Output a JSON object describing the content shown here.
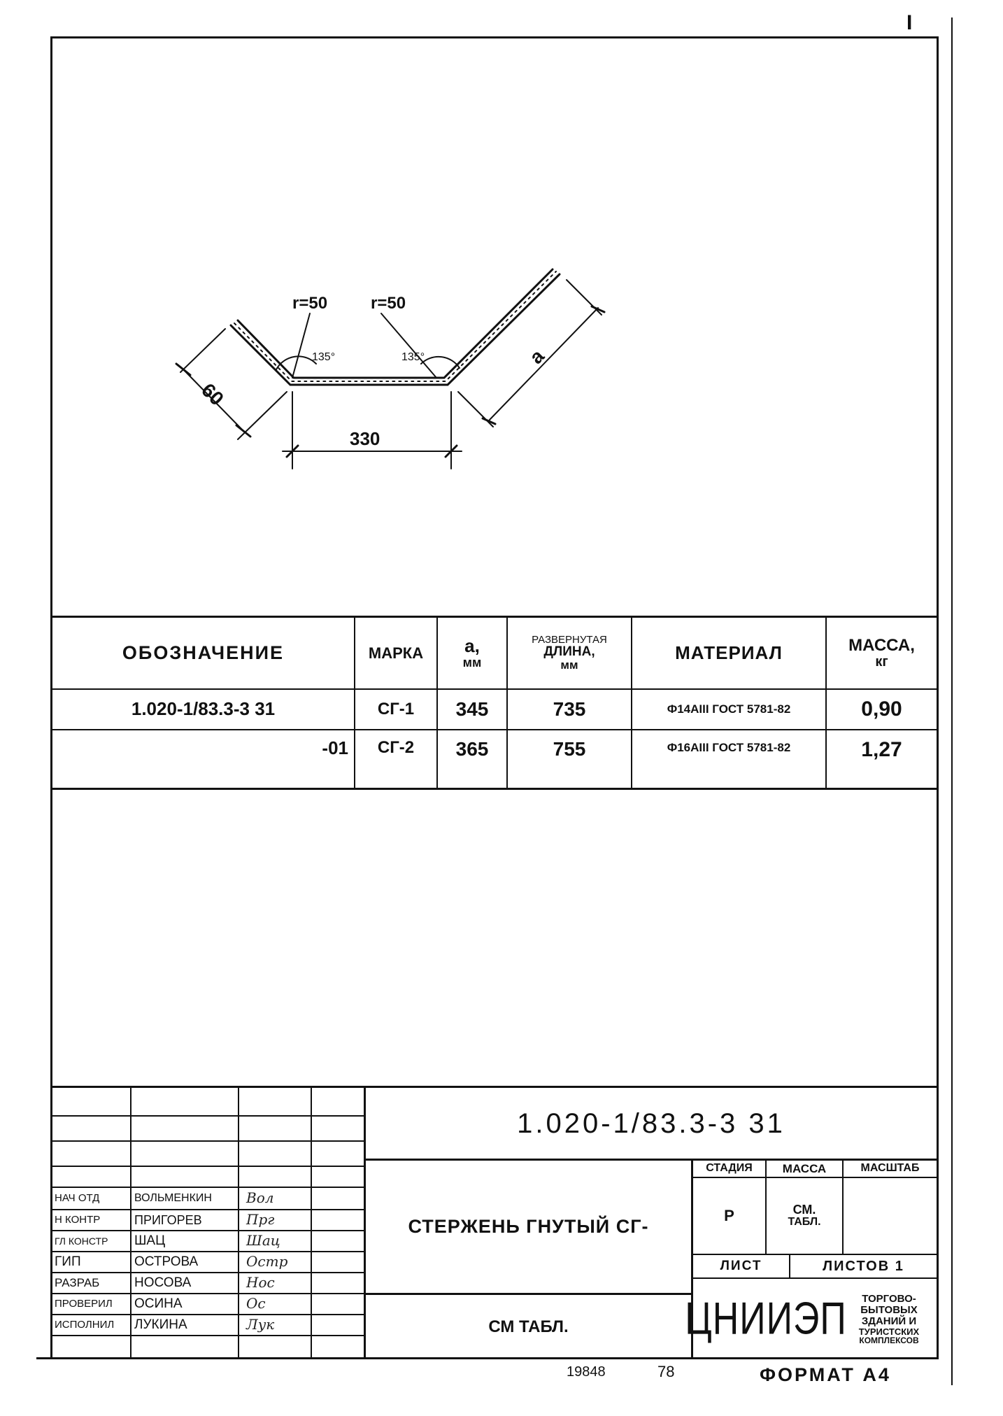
{
  "sheet_mark": "I",
  "drawing": {
    "radius_left": "r=50",
    "radius_right": "r=50",
    "angle_left": "135°",
    "angle_right": "135°",
    "dim_left": "60",
    "dim_bottom": "330",
    "dim_right": "a"
  },
  "spec_table": {
    "headers": {
      "designation": "ОБОЗНАЧЕНИЕ",
      "mark": "МАРКА",
      "a_mm_1": "a,",
      "a_mm_2": "мм",
      "length_1": "РАЗВЕРНУТАЯ",
      "length_2": "ДЛИНА,",
      "length_3": "мм",
      "material": "МАТЕРИАЛ",
      "mass_1": "МАССА,",
      "mass_2": "кг"
    },
    "rows": [
      {
        "designation": "1.020-1/83.3-3 31",
        "mark": "СГ-1",
        "a": "345",
        "length": "735",
        "material": "Ф14АIII ГОСТ 5781-82",
        "mass": "0,90"
      },
      {
        "designation": "-01",
        "mark": "СГ-2",
        "a": "365",
        "length": "755",
        "material": "Ф16АIII ГОСТ 5781-82",
        "mass": "1,27"
      }
    ]
  },
  "title_block": {
    "doc_code": "1.020-1/83.3-3 31",
    "title": "СТЕРЖЕНЬ ГНУТЫЙ СГ-",
    "material_note": "СМ ТАБЛ.",
    "stage_label": "СТАДИЯ",
    "mass_label": "МАССА",
    "scale_label": "МАСШТАБ",
    "stage_value": "Р",
    "mass_value_1": "СМ.",
    "mass_value_2": "ТАБЛ.",
    "sheet_label": "ЛИСТ",
    "sheets_label": "ЛИСТОВ 1",
    "org_name": "ЦНИИЭП",
    "org_desc": [
      "ТОРГОВО-",
      "БЫТОВЫХ",
      "ЗДАНИЙ И",
      "ТУРИСТСКИХ",
      "КОМПЛЕКСОВ"
    ],
    "roles": [
      {
        "role": "НАЧ ОТД",
        "name": "ВОЛЬМЕНКИН",
        "sig": "Вол"
      },
      {
        "role": "Н КОНТР",
        "name": "ПРИГОРЕВ",
        "sig": "Прг"
      },
      {
        "role": "ГЛ КОНСТР",
        "name": "ШАЦ",
        "sig": "Шац"
      },
      {
        "role": "ГИП",
        "name": "ОСТРОВА",
        "sig": "Остр"
      },
      {
        "role": "РАЗРАБ",
        "name": "НОСОВА",
        "sig": "Нос"
      },
      {
        "role": "ПРОВЕРИЛ",
        "name": "ОСИНА",
        "sig": "Ос"
      },
      {
        "role": "ИСПОЛНИЛ",
        "name": "ЛУКИНА",
        "sig": "Лук"
      }
    ]
  },
  "footer": {
    "inv_no": "19848",
    "page": "78",
    "format": "ФОРМАТ А4"
  }
}
